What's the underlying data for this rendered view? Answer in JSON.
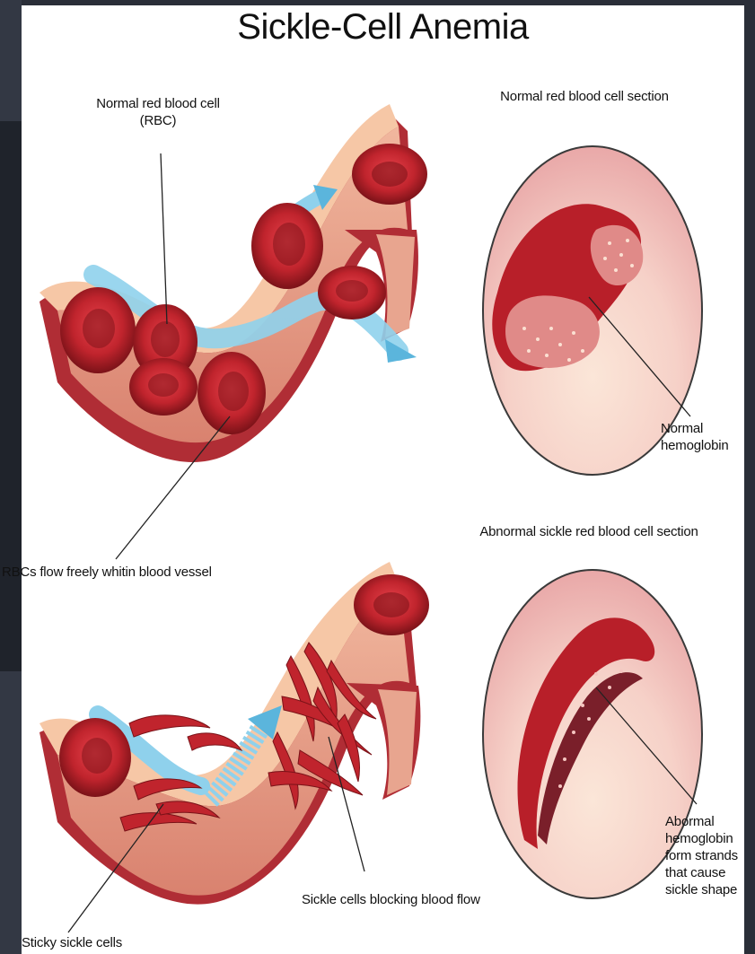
{
  "title": "Sickle-Cell Anemia",
  "labels": {
    "normal_rbc": "Normal red blood cell\n(RBC)",
    "normal_section": "Normal red blood cell section",
    "normal_hemoglobin": "Normal\nhemoglobin",
    "rbcs_flow": "RBCs flow freely whitin blood vessel",
    "abnormal_section": "Abnormal sickle red blood cell section",
    "sticky_cells": "Sticky sickle cells",
    "blocking": "Sickle cells blocking blood flow",
    "abnormal_hemoglobin": "Abormal\nhemoglobin\nform strands\nthat cause\nsickle shape"
  },
  "colors": {
    "vessel_outer": "#b8323a",
    "vessel_inner": "#e8a58f",
    "vessel_rim": "#f6c7a6",
    "cell": "#c0242d",
    "cell_dark": "#7a1218",
    "flow": "#8fd1ec",
    "circle_bg": "#f3c9c4"
  }
}
